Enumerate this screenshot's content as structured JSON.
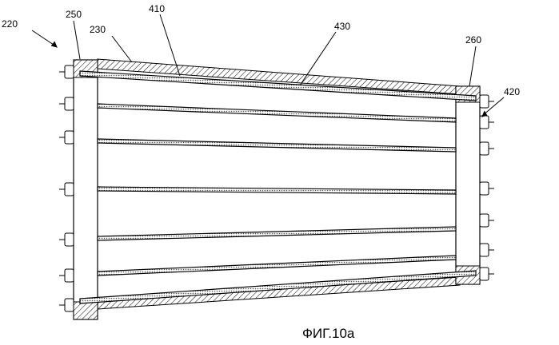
{
  "labels": {
    "l220": "220",
    "l250": "250",
    "l230": "230",
    "l410": "410",
    "l430": "430",
    "l260": "260",
    "l420": "420"
  },
  "caption": "ФИГ.10а"
}
